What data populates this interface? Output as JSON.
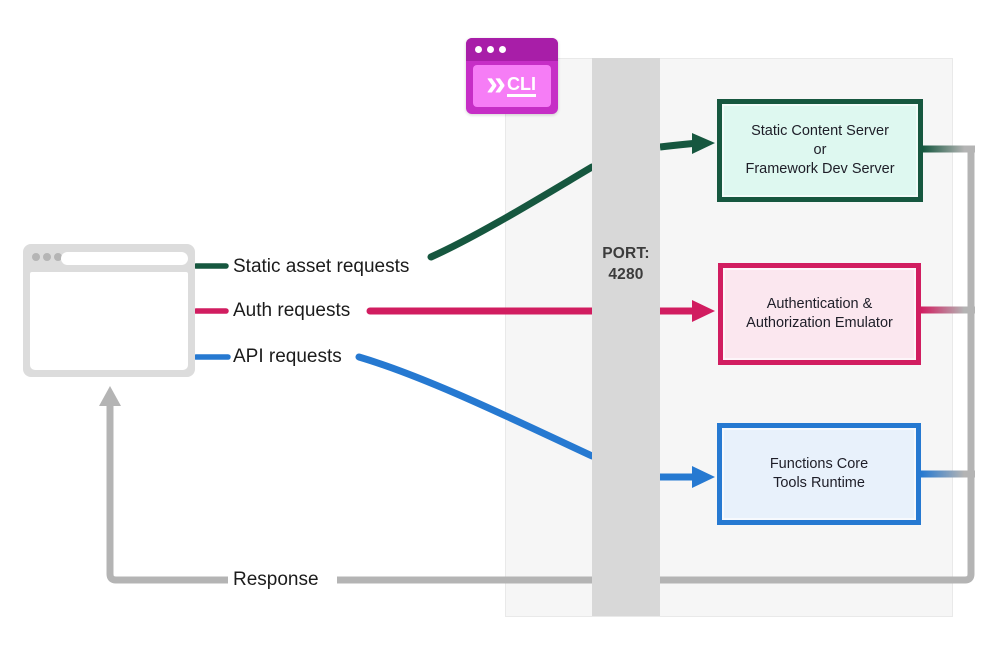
{
  "request_labels": {
    "static": "Static asset requests",
    "auth": "Auth requests",
    "api": "API requests",
    "response": "Response"
  },
  "port_badge": {
    "line1": "PORT:",
    "line2": "4280"
  },
  "cli_icon": {
    "chevron": "»",
    "label": "CLI"
  },
  "boxes": [
    {
      "name": "static-content-server",
      "lines": [
        "Static Content Server",
        "or",
        "Framework Dev Server"
      ],
      "border_color": "#16573f",
      "fill_color": "#def8f0"
    },
    {
      "name": "auth-emulator",
      "lines": [
        "Authentication &",
        "Authorization Emulator"
      ],
      "border_color": "#d11d60",
      "fill_color": "#fbe7ef"
    },
    {
      "name": "functions-core-tools",
      "lines": [
        "Functions Core",
        "Tools Runtime"
      ],
      "border_color": "#2679d1",
      "fill_color": "#e8f1fb"
    }
  ],
  "colors": {
    "static_request": "#16573f",
    "auth_request": "#d11d60",
    "api_request": "#2679d1",
    "response_line": "#b4b4b4",
    "port_bar": "#d8d8d8",
    "panel": "#f6f6f6",
    "cli_magenta": "#c62ec6",
    "cli_header": "#a81ea8",
    "cli_screen": "#f67df6",
    "browser_frame": "#dcdcdc"
  }
}
